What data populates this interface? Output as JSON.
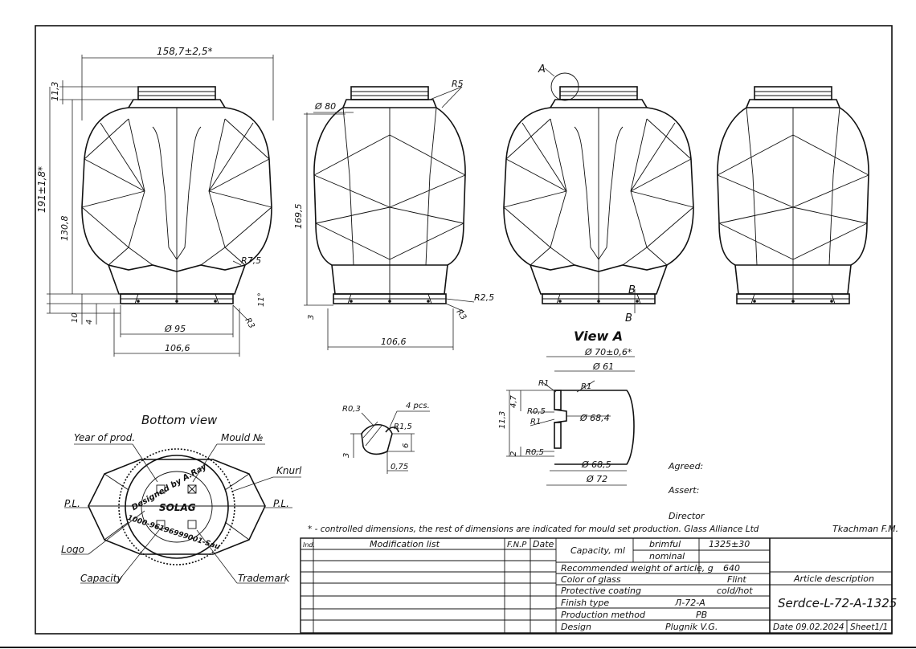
{
  "views": {
    "front": {
      "dim_width": "158,7±2,5*",
      "dim_neck": "11,3",
      "dim_height": "191±1,8*",
      "dim_body": "130,8",
      "dim_foot": "10",
      "dim_foot2": "4",
      "dim_radius": "R7,5",
      "dim_angle": "11°",
      "dim_r3": "R3",
      "dim_d95": "Ø 95",
      "dim_base": "106,6"
    },
    "side": {
      "dim_d80": "Ø 80",
      "dim_r5": "R5",
      "dim_h": "169,5",
      "dim_3": "3",
      "dim_r25": "R2,5",
      "dim_r3": "R3",
      "dim_base": "106,6"
    },
    "third": {
      "label_a": "A",
      "label_b1": "B",
      "label_b2": "B"
    }
  },
  "view_a": {
    "title": "View A",
    "d70": "Ø 70±0,6*",
    "d61": "Ø 61",
    "r1a": "R1",
    "r1b": "R1",
    "r1c": "R1",
    "r05a": "R0,5",
    "r05b": "R0,5",
    "d684": "Ø 68,4",
    "d685": "Ø 68,5",
    "d72": "Ø 72",
    "h113": "11,3",
    "h47": "4,7",
    "h2": "2"
  },
  "view_b": {
    "r03": "R0,3",
    "pcs": "4 pcs.",
    "r15": "R1,5",
    "d6": "6",
    "d3": "3",
    "d075": "0,75"
  },
  "bottom_view": {
    "title": "Bottom view",
    "year": "Year of prod.",
    "mould": "Mould №",
    "knurl": "Knurl",
    "pl_left": "P.L.",
    "pl_right": "P.L.",
    "logo": "Logo",
    "capacity": "Capacity",
    "trademark": "Trademark",
    "engr_top": "Designed by A.Ray",
    "engr_mid": "SOLAG",
    "engr_bot": "1000-96196999001-Sau"
  },
  "approvals": {
    "agreed": "Agreed:",
    "assert": "Assert:",
    "director": "Director",
    "director_name": "Tkachman F.M."
  },
  "note": "* - controlled dimensions, the rest of dimensions are indicated for mould set production. Glass Alliance Ltd",
  "title_block": {
    "ind": "Ind.",
    "mod_list": "Modification list",
    "fnp": "F.N.P",
    "date": "Date",
    "capacity_label": "Capacity, ml",
    "brimful": "brimful",
    "brimful_val": "1325±30",
    "nominal": "nominal",
    "weight_label": "Recommended weight of article, g",
    "weight_val": "640",
    "color_label": "Color of glass",
    "color_val": "Flint",
    "coating_label": "Protective coating",
    "coating_val": "cold/hot",
    "finish_label": "Finish type",
    "finish_val": "Л-72-А",
    "method_label": "Production method",
    "method_val": "PB",
    "design_label": "Design",
    "design_val": "Plugnik V.G.",
    "article_desc": "Article description",
    "article_name": "Serdce-L-72-A-1325",
    "date_val": "Date 09.02.2024",
    "sheet": "Sheet1/1"
  }
}
